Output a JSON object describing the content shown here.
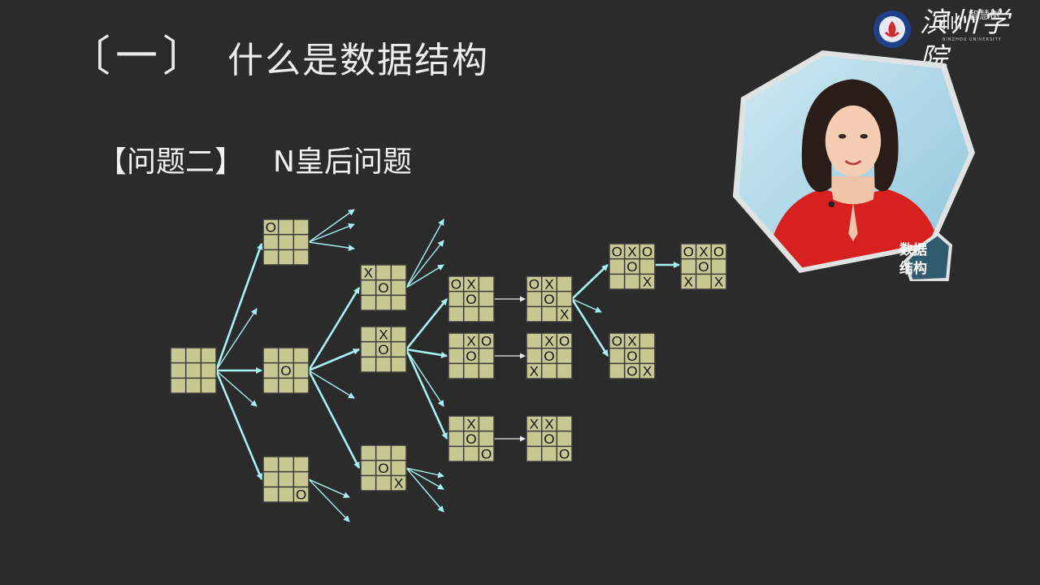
{
  "title": {
    "bracket_left": "〔",
    "number": "一",
    "bracket_right": "〕",
    "text": "什么是数据结构"
  },
  "subtitle": {
    "label": "【问题二】",
    "topic": "N皇后问题"
  },
  "logo": {
    "top_text": "智慧树",
    "main_text": "滨州学院",
    "sub_text": "BINZHOU UNIVERSITY"
  },
  "badge": {
    "line1": "数据",
    "line2": "结构"
  },
  "colors": {
    "background": "#2b2b2b",
    "board_fill": "#c8c892",
    "board_line": "#3a3a3a",
    "arrow": "#a6f1f1",
    "presenter_frame": "#dfe3e4",
    "badge_fill": "#2f5b6e"
  },
  "boards": [
    {
      "name": "board-root",
      "cells": [
        [
          "",
          "",
          ""
        ],
        [
          "",
          "",
          ""
        ],
        [
          "",
          "",
          ""
        ]
      ]
    },
    {
      "name": "board-l1-a",
      "cells": [
        [
          "O",
          "",
          ""
        ],
        [
          "",
          "",
          ""
        ],
        [
          "",
          "",
          ""
        ]
      ]
    },
    {
      "name": "board-l1-b",
      "cells": [
        [
          "",
          "",
          ""
        ],
        [
          "",
          "O",
          ""
        ],
        [
          "",
          "",
          ""
        ]
      ]
    },
    {
      "name": "board-l1-c",
      "cells": [
        [
          "",
          "",
          ""
        ],
        [
          "",
          "",
          ""
        ],
        [
          "",
          "",
          "O"
        ]
      ]
    },
    {
      "name": "board-l2-a",
      "cells": [
        [
          "X",
          "",
          ""
        ],
        [
          "",
          "O",
          ""
        ],
        [
          "",
          "",
          ""
        ]
      ]
    },
    {
      "name": "board-l2-b",
      "cells": [
        [
          "",
          "X",
          ""
        ],
        [
          "",
          "O",
          ""
        ],
        [
          "",
          "",
          ""
        ]
      ]
    },
    {
      "name": "board-l2-c",
      "cells": [
        [
          "",
          "",
          ""
        ],
        [
          "",
          "O",
          ""
        ],
        [
          "",
          "",
          "X"
        ]
      ]
    },
    {
      "name": "board-l3-a",
      "cells": [
        [
          "O",
          "X",
          ""
        ],
        [
          "",
          "O",
          ""
        ],
        [
          "",
          "",
          ""
        ]
      ]
    },
    {
      "name": "board-l3-b",
      "cells": [
        [
          "",
          "X",
          "O"
        ],
        [
          "",
          "O",
          ""
        ],
        [
          "",
          "",
          ""
        ]
      ]
    },
    {
      "name": "board-l3-c",
      "cells": [
        [
          "",
          "X",
          ""
        ],
        [
          "",
          "O",
          ""
        ],
        [
          "",
          "",
          "O"
        ]
      ]
    },
    {
      "name": "board-l4-a",
      "cells": [
        [
          "O",
          "X",
          ""
        ],
        [
          "",
          "O",
          ""
        ],
        [
          "",
          "",
          "X"
        ]
      ]
    },
    {
      "name": "board-l4-b",
      "cells": [
        [
          "",
          "X",
          "O"
        ],
        [
          "",
          "O",
          ""
        ],
        [
          "X",
          "",
          ""
        ]
      ]
    },
    {
      "name": "board-l4-c",
      "cells": [
        [
          "X",
          "X",
          ""
        ],
        [
          "",
          "O",
          ""
        ],
        [
          "",
          "",
          "O"
        ]
      ]
    },
    {
      "name": "board-l5-a",
      "cells": [
        [
          "O",
          "X",
          "O"
        ],
        [
          "",
          "O",
          ""
        ],
        [
          "",
          "",
          "X"
        ]
      ]
    },
    {
      "name": "board-l5-b",
      "cells": [
        [
          "O",
          "X",
          ""
        ],
        [
          "",
          "O",
          ""
        ],
        [
          "",
          "O",
          "X"
        ]
      ]
    },
    {
      "name": "board-l6",
      "cells": [
        [
          "O",
          "X",
          "O"
        ],
        [
          "",
          "O",
          ""
        ],
        [
          "X",
          "",
          "X"
        ]
      ]
    }
  ]
}
